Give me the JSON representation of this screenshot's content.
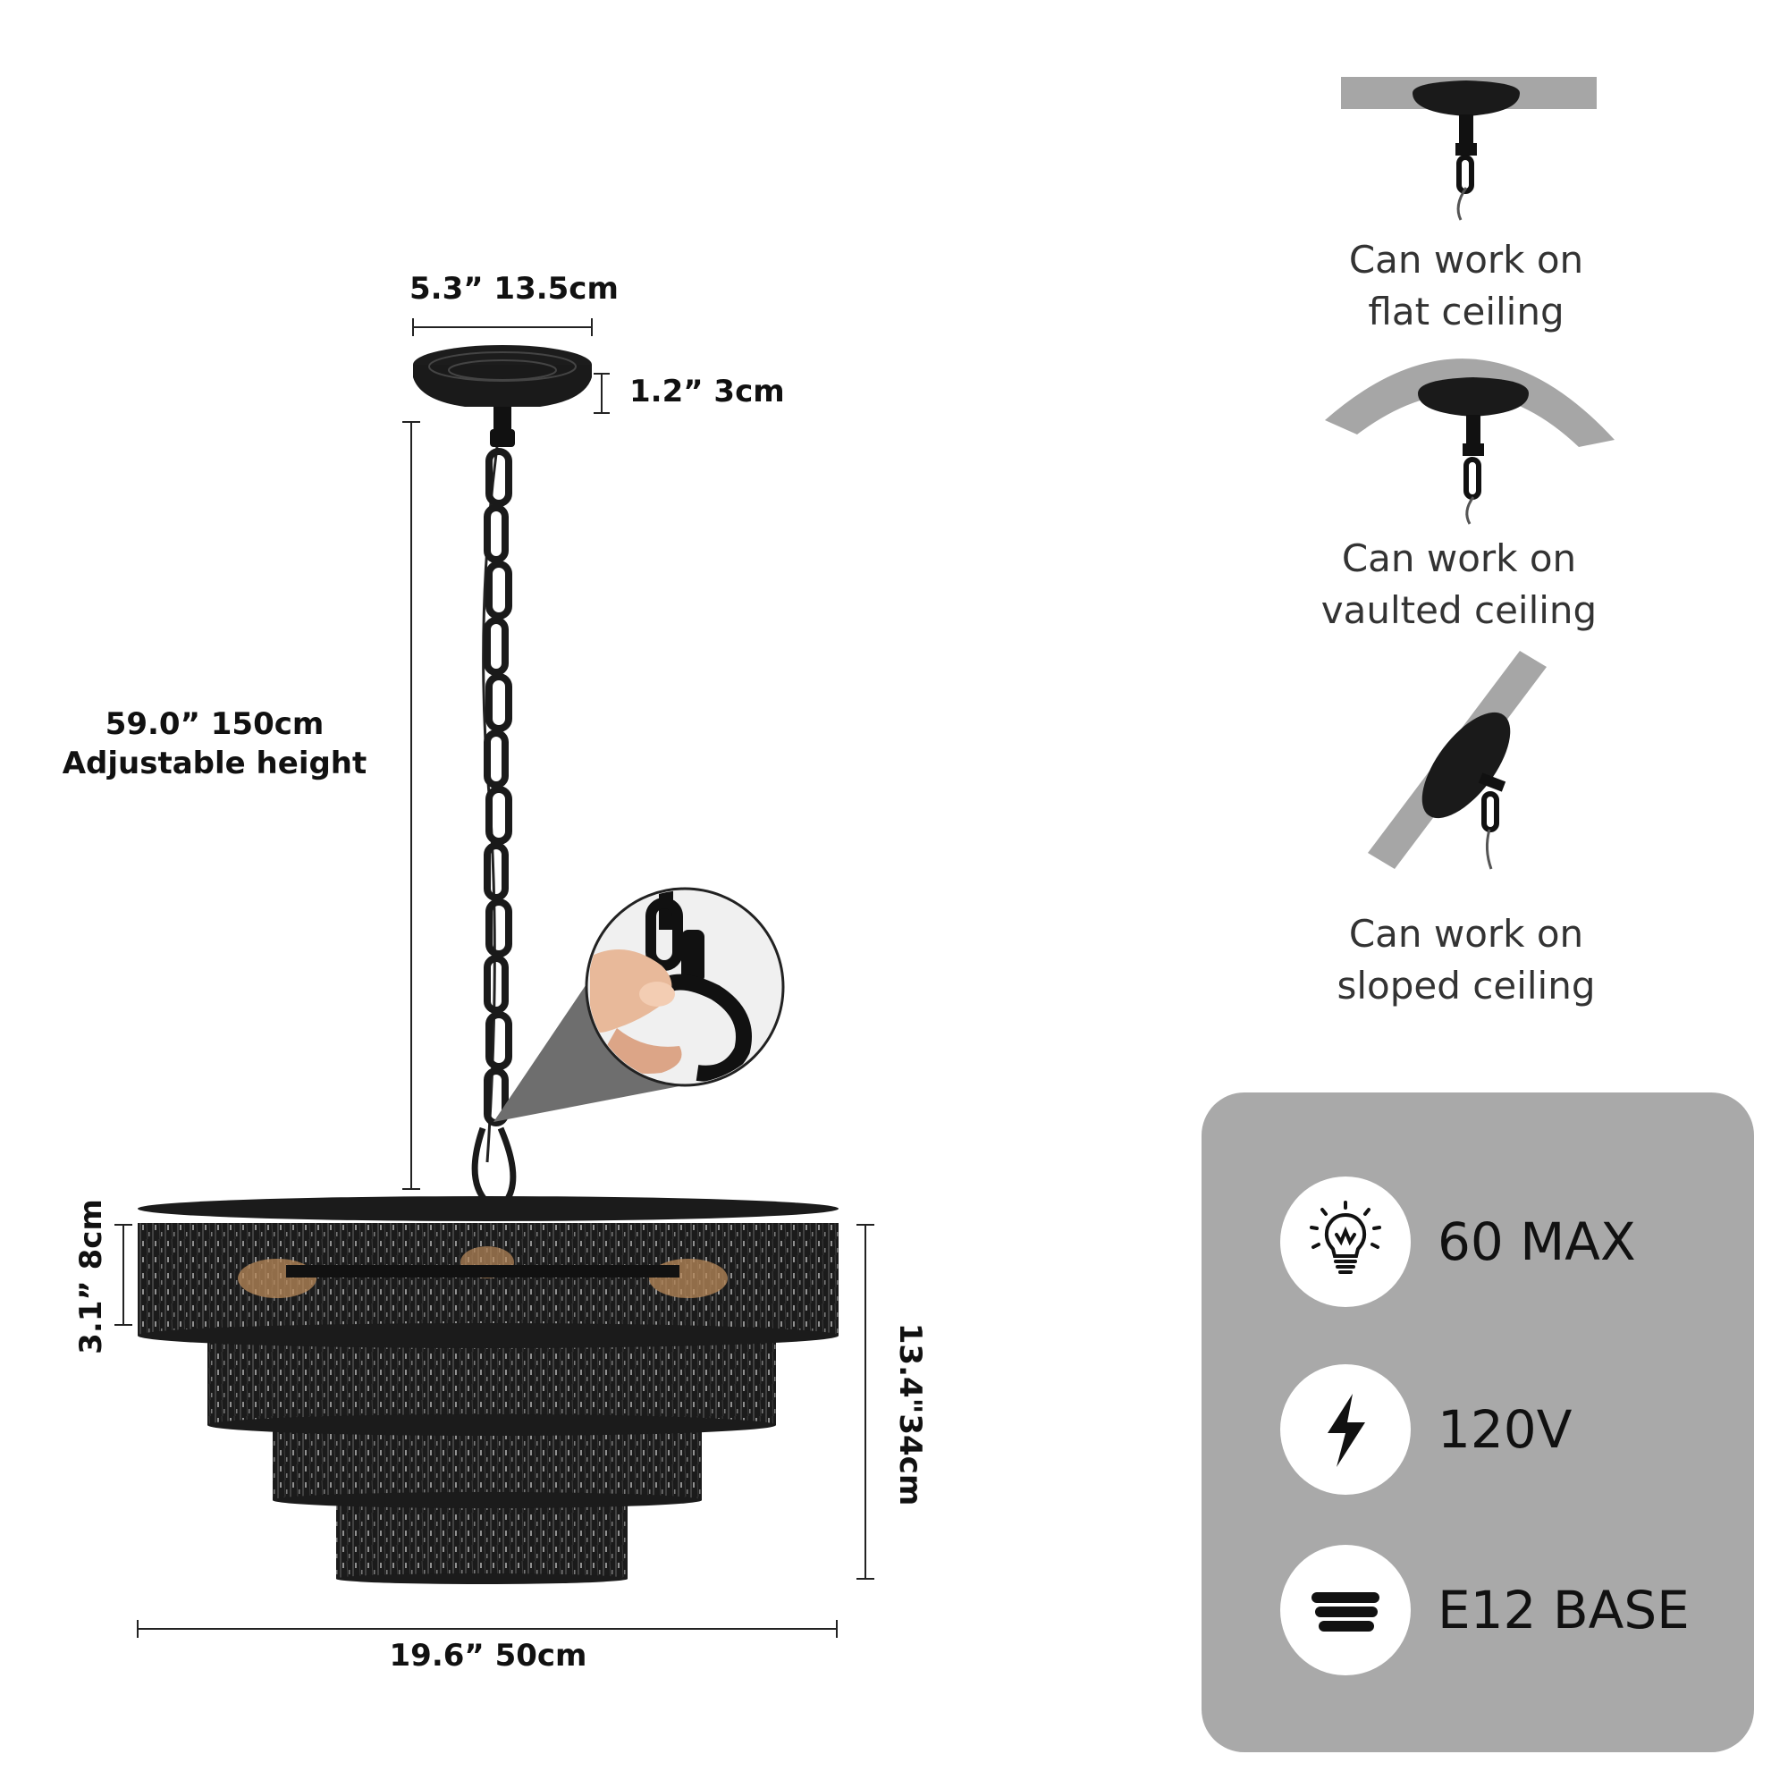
{
  "dimensions": {
    "canopy_width": "5.3”  13.5cm",
    "canopy_height": "1.2”  3cm",
    "chain_length_value": "59.0”  150cm",
    "chain_length_note": "Adjustable height",
    "tier_height": "3.1”  8cm",
    "total_height": "13.4\"34cm",
    "shade_width": "19.6”  50cm"
  },
  "ceiling_types": [
    {
      "line1": "Can work on",
      "line2": "flat ceiling",
      "icon": "flat-ceiling-icon"
    },
    {
      "line1": "Can work on",
      "line2": "vaulted ceiling",
      "icon": "vaulted-ceiling-icon"
    },
    {
      "line1": "Can work on",
      "line2": "sloped ceiling",
      "icon": "sloped-ceiling-icon"
    }
  ],
  "specs": [
    {
      "label": "60 MAX",
      "icon": "light-bulb-icon"
    },
    {
      "label": "120V",
      "icon": "lightning-bolt-icon"
    },
    {
      "label": "E12 BASE",
      "icon": "bulb-base-icon"
    }
  ],
  "colors": {
    "panel_bg": "#a9a9a9",
    "ceiling_gray": "#a6a6a6",
    "fixture_black": "#1a1a1a"
  }
}
